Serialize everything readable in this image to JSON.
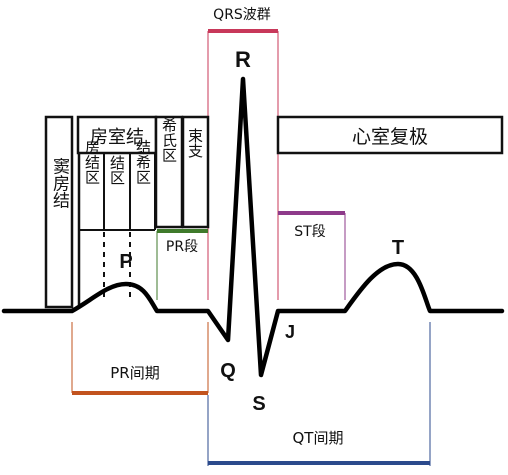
{
  "labels": {
    "qrs_complex": "QRS波群",
    "r_wave": "R",
    "q_wave": "Q",
    "s_wave": "S",
    "j_point": "J",
    "p_wave": "P",
    "t_wave": "T",
    "sinoatrial": "窦房结",
    "av_node": "房室结",
    "atrionodal": "房结区",
    "nodal": "结区",
    "nodohisian": "结希区",
    "his_region": "希氏区",
    "bundle_branch": "束支",
    "ventricular_repolarization": "心室复极",
    "pr_segment": "PR段",
    "st_segment": "ST段",
    "pr_interval": "PR间期",
    "qt_interval": "QT间期"
  },
  "colors": {
    "qrs_bar": "#c8385a",
    "st_bar": "#8e3a8a",
    "pr_segment_bar": "#3f7a2b",
    "pr_interval_bar": "#c2531e",
    "qt_interval_bar": "#2b4a8c",
    "trace": "#000000"
  }
}
